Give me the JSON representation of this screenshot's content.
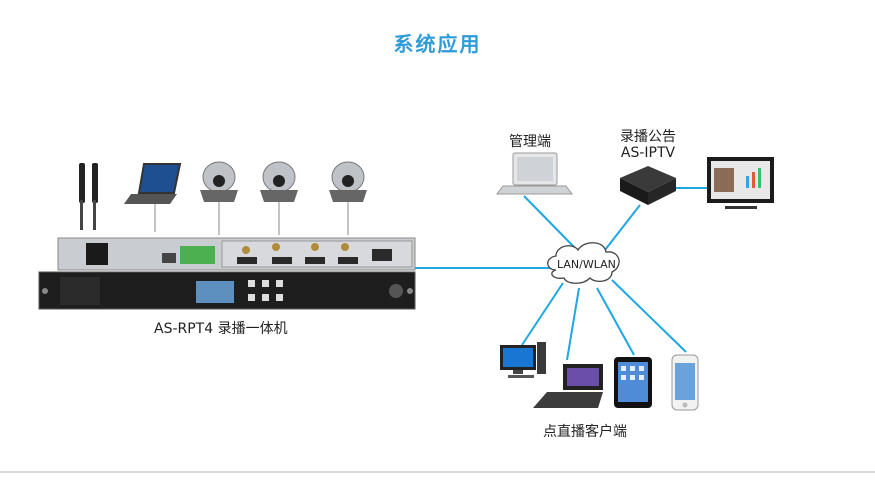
{
  "header": {
    "title": "系统应用"
  },
  "nodes": {
    "recorder": {
      "label": "AS-RPT4 录播一体机"
    },
    "admin": {
      "label": "管理端"
    },
    "iptv": {
      "label_line1": "录播公告",
      "label_line2": "AS-IPTV"
    },
    "network": {
      "label": "LAN/WLAN"
    },
    "clients": {
      "label": "点直播客户端"
    }
  },
  "colors": {
    "accent": "#2f9bd8",
    "link": "#1ea7e1"
  }
}
